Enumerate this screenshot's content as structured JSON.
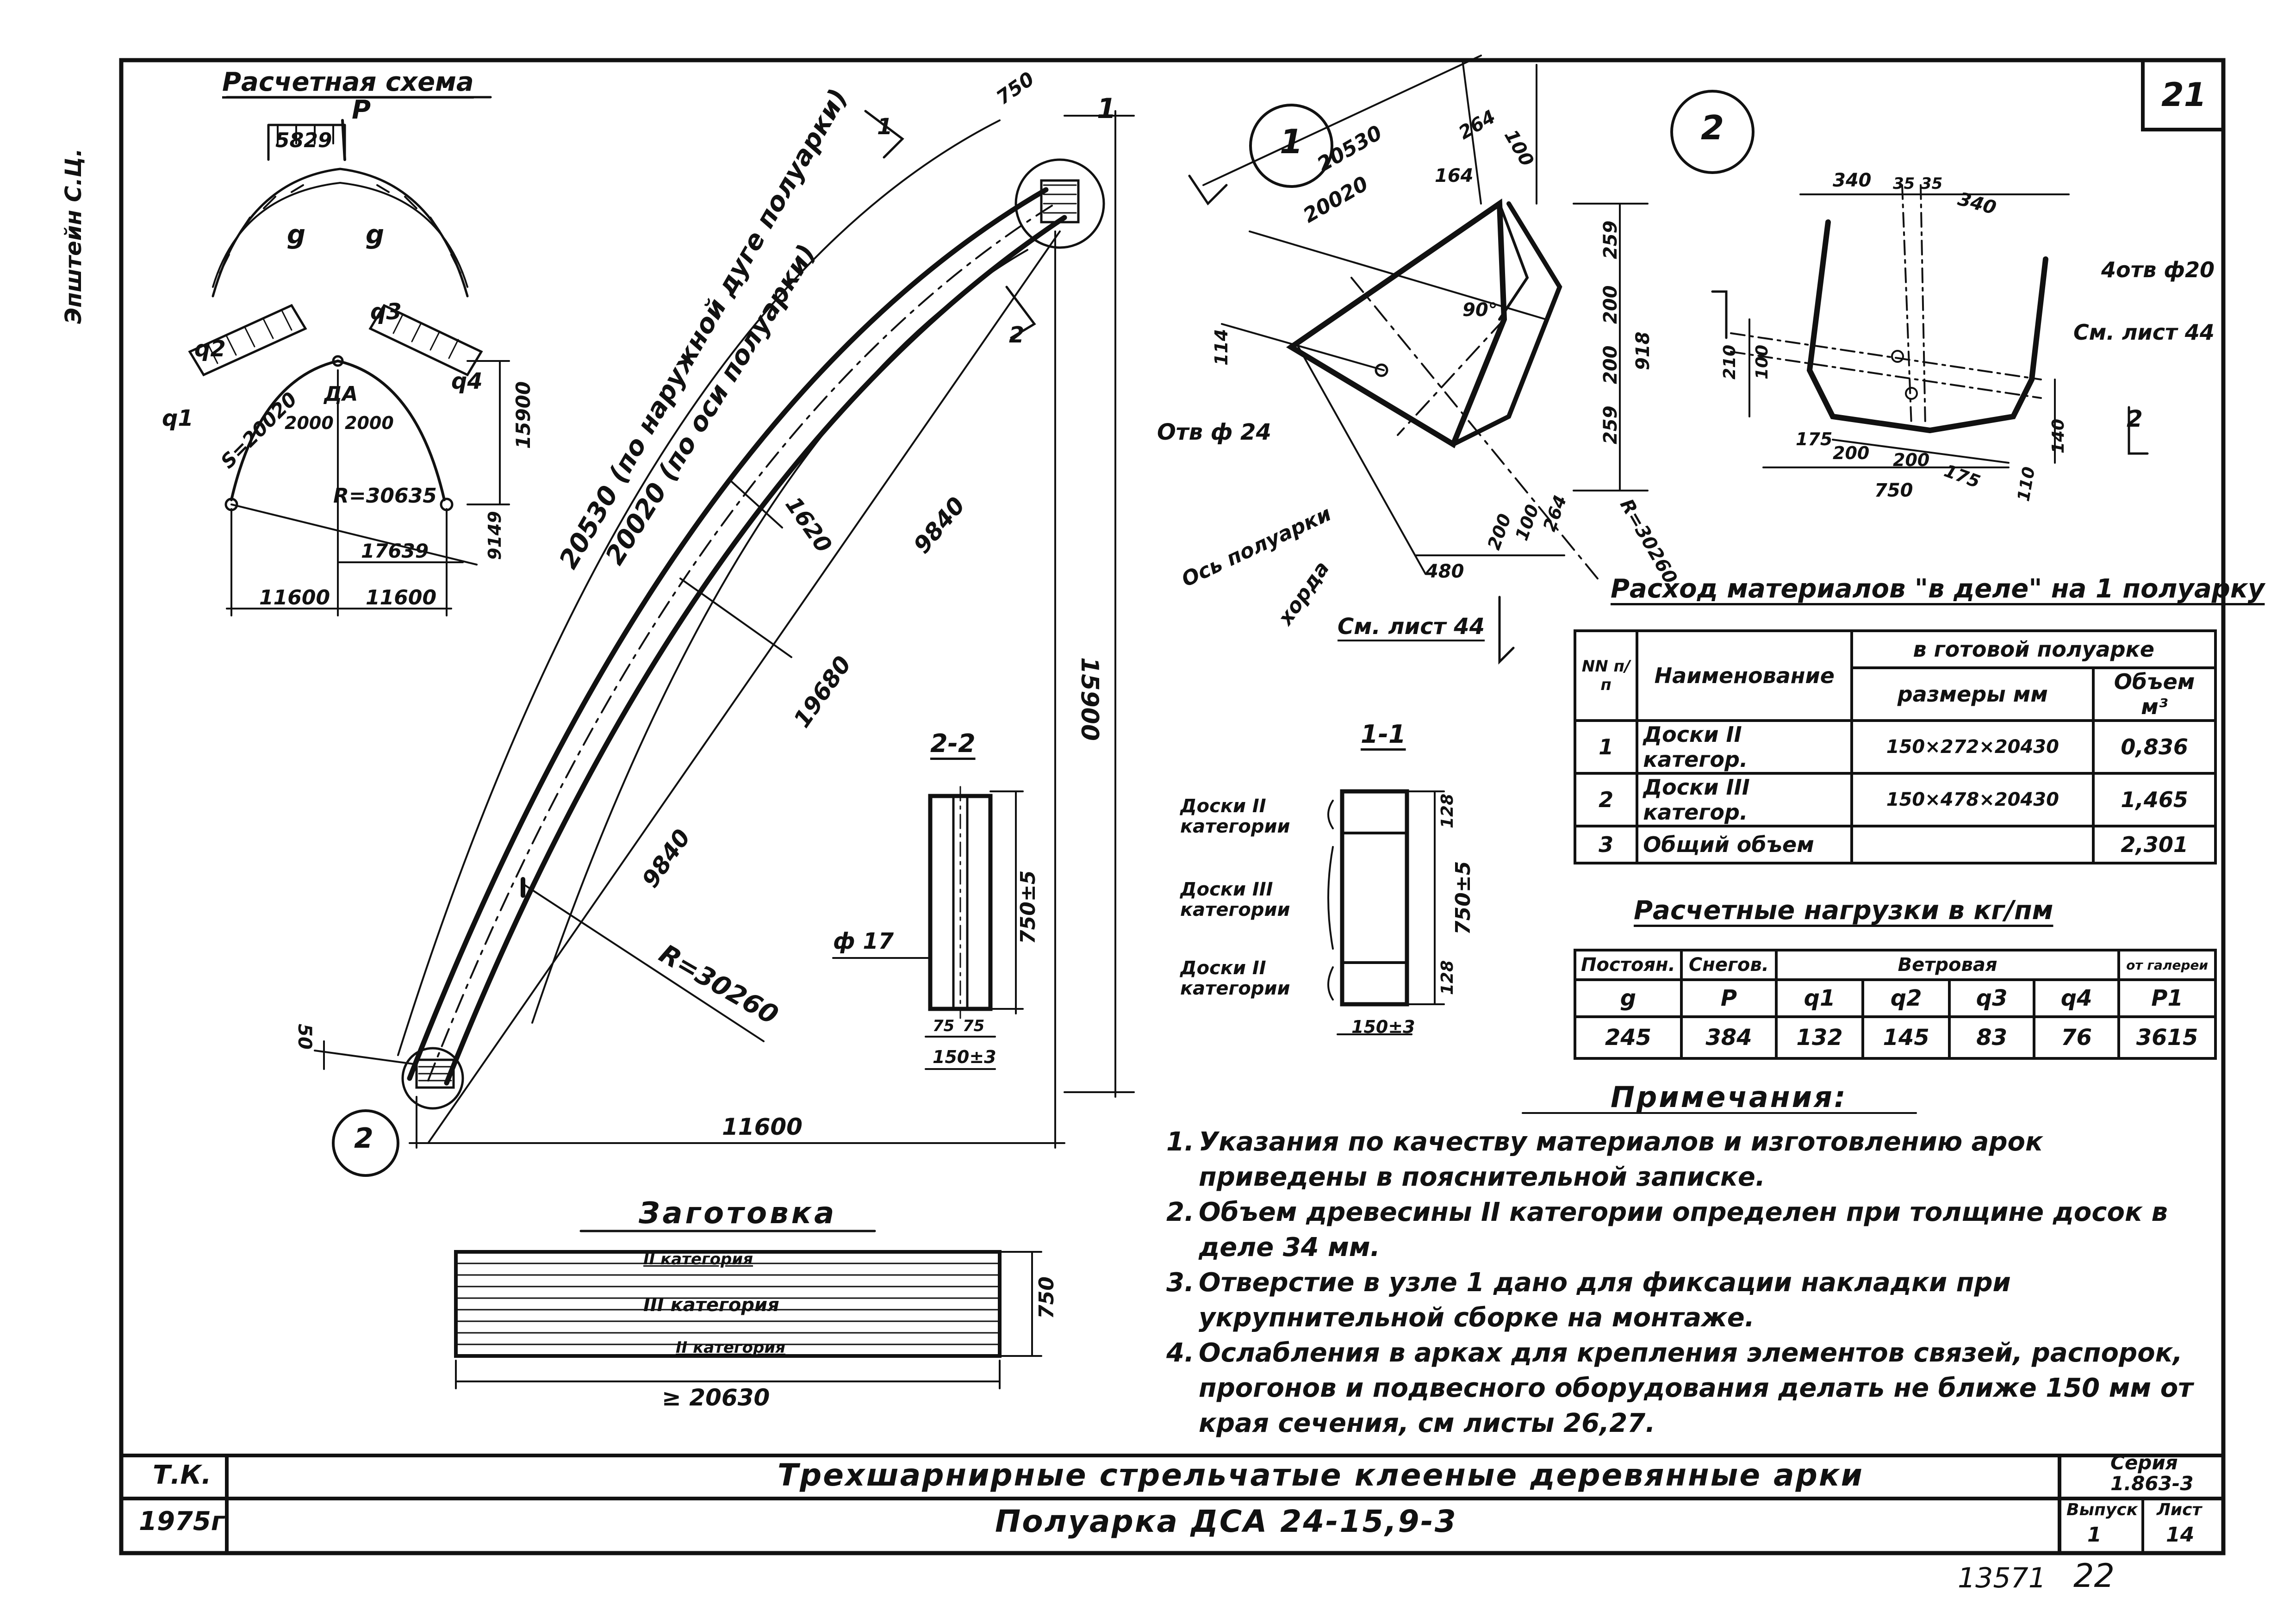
{
  "sheet": {
    "sheet_no": "21",
    "stamp": "13571",
    "stamp_suffix": "22",
    "side_text": "Эпштейн С.Ц."
  },
  "calc_scheme": {
    "title": "Расчетная схема",
    "load_p": "P",
    "load_p_offset": "5829",
    "g_left": "g",
    "g_right": "g",
    "q1": "q1",
    "q2": "q2",
    "q3": "q3",
    "q4": "q4",
    "arc_len": "S=20020",
    "d_left": "2000",
    "d_right": "2000",
    "height": "15900",
    "radius": "R=30635",
    "h_small": "9149",
    "d_17639": "17639",
    "half_left": "11600",
    "half_right": "11600",
    "AA": "ДА"
  },
  "main_arch": {
    "outer_arc": "20530 (по наружной дуге полуарки)",
    "axis_arc": "20020 (по оси полуарки)",
    "d_750": "750",
    "d_1620": "1620",
    "d_9840_a": "9840",
    "d_9840_b": "9840",
    "d_19680": "19680",
    "radius": "R=30260",
    "height": "15900",
    "span": "11600",
    "d_50": "50",
    "node1": "1",
    "node2": "2",
    "cut1": "1",
    "cut2": "2"
  },
  "detail1": {
    "circle": "1",
    "d_20530": "20530",
    "d_20020": "20020",
    "d_264": "264",
    "d_164": "164",
    "d_100": "100",
    "d_259a": "259",
    "d_200a": "200",
    "d_200b": "200",
    "d_259b": "259",
    "d_918": "918",
    "d_114": "114",
    "angle": "90°",
    "hole": "Отв ф 24",
    "axis": "Ось полуарки",
    "chord": "хорда",
    "d_480": "480",
    "d_200c": "200",
    "d_100c": "100",
    "d_264c": "264",
    "radius": "R=30260",
    "ref": "См. лист 44"
  },
  "detail2": {
    "circle": "2",
    "d_340a": "340",
    "d_35": "35",
    "d_35b": "35",
    "d_340b": "340",
    "holes": "4отв ф20",
    "ref": "См. лист 44",
    "d_210": "210",
    "d_100": "100",
    "d_175a": "175",
    "d_200a": "200",
    "d_200b": "200",
    "d_175b": "175",
    "d_750": "750",
    "d_110": "110",
    "d_140": "140",
    "cut": "2"
  },
  "section22": {
    "title": "2-2",
    "h": "750±5",
    "w1": "75",
    "w2": "75",
    "w": "150±3",
    "phi": "ф 17"
  },
  "section11": {
    "title": "1-1",
    "lbl1": "Доски II категории",
    "lbl2": "Доски III категории",
    "lbl3": "Доски II категории",
    "d_128a": "128",
    "d_128b": "128",
    "h": "750±5",
    "w": "150±3"
  },
  "blank": {
    "title": "Заготовка",
    "cat_top": "II категория",
    "cat_mid": "III категория",
    "cat_bot": "II категория",
    "h": "750",
    "len": "≥ 20630"
  },
  "materials": {
    "title": "Расход материалов \"в деле\" на 1 полуарку",
    "hdr_no": "NN п/п",
    "hdr_name": "Наименование",
    "hdr_group": "в готовой полуарке",
    "hdr_size": "размеры мм",
    "hdr_vol": "Объем м³",
    "rows": [
      {
        "no": "1",
        "name": "Доски II категор.",
        "size": "150×272×20430",
        "vol": "0,836"
      },
      {
        "no": "2",
        "name": "Доски III категор.",
        "size": "150×478×20430",
        "vol": "1,465"
      },
      {
        "no": "3",
        "name": "Общий объем",
        "size": "",
        "vol": "2,301"
      }
    ]
  },
  "loads": {
    "title": "Расчетные нагрузки в кг/пм",
    "h_const": "Постоян.",
    "h_snow": "Снегов.",
    "h_wind": "Ветровая",
    "h_gal": "от галереи",
    "s_g": "g",
    "s_p": "P",
    "s_q1": "q1",
    "s_q2": "q2",
    "s_q3": "q3",
    "s_q4": "q4",
    "s_p1": "P1",
    "v_g": "245",
    "v_p": "384",
    "v_q1": "132",
    "v_q2": "145",
    "v_q3": "83",
    "v_q4": "76",
    "v_p1": "3615"
  },
  "notes": {
    "title": "Примечания:",
    "items": [
      "Указания по качеству материалов и изготовлению арок приведены в пояснительной записке.",
      "Объем древесины II категории определен при толщине досок в деле 34 мм.",
      "Отверстие в узле 1 дано для фиксации накладки при укрупнительной сборке на монтаже.",
      "Ослабления в арках для крепления элементов связей, распорок, прогонов и подвесного оборудования делать не ближе 150 мм от края сечения, см листы 26,27."
    ]
  },
  "title_block": {
    "org": "Т.К.",
    "year": "1975г",
    "title": "Трехшарнирные стрельчатые клееные деревянные арки",
    "subtitle": "Полуарка ДСА 24-15,9-3",
    "series_lbl": "Серия",
    "series": "1.863-3",
    "issue_lbl": "Выпуск",
    "issue": "1",
    "sheet_lbl": "Лист",
    "sheet": "14"
  }
}
